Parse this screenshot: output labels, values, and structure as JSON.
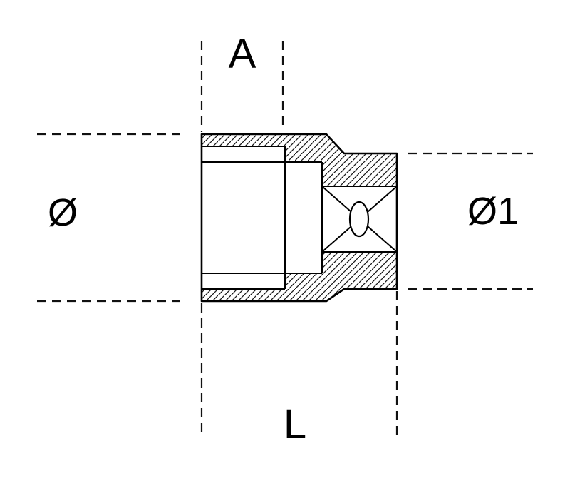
{
  "diagram": {
    "labels": {
      "top": "A",
      "left": "Ø",
      "right": "Ø1",
      "bottom": "L"
    },
    "colors": {
      "background": "#ffffff",
      "line": "#000000"
    }
  }
}
